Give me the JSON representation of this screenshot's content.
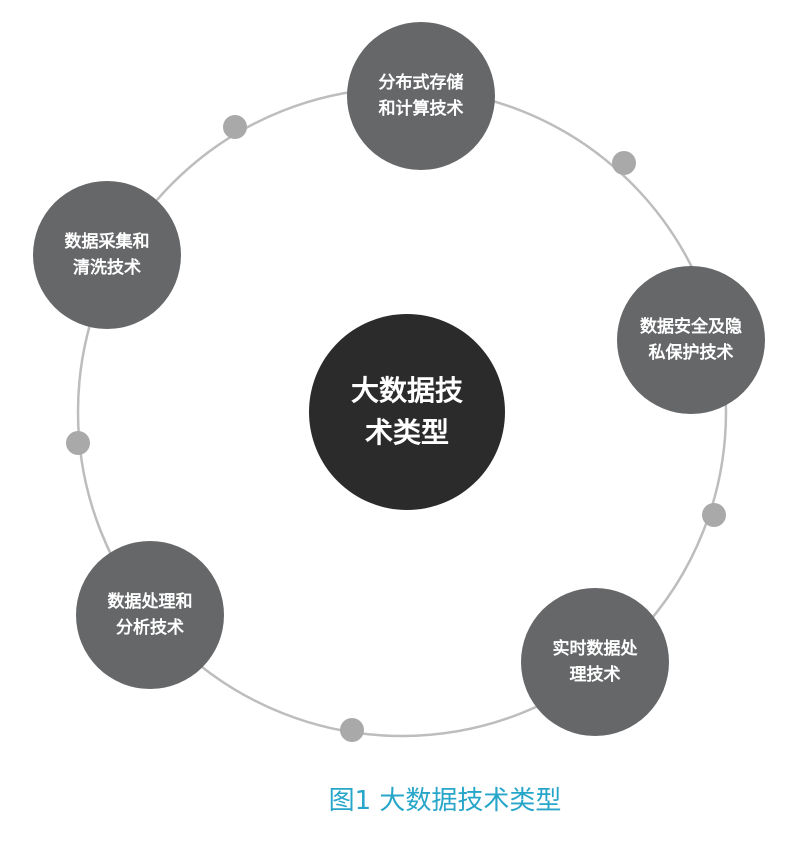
{
  "center": {
    "line1": "大数据技",
    "line2": "术类型"
  },
  "nodes": [
    {
      "line1": "分布式存储",
      "line2": "和计算技术"
    },
    {
      "line1": "数据安全及隐",
      "line2": "私保护技术"
    },
    {
      "line1": "实时数据处",
      "line2": "理技术"
    },
    {
      "line1": "数据处理和",
      "line2": "分析技术"
    },
    {
      "line1": "数据采集和",
      "line2": "清洗技术"
    }
  ],
  "caption": "图1 大数据技术类型",
  "colors": {
    "node": "#666769",
    "center": "#2b2b2b",
    "dot": "#a9a9a9",
    "ring": "#bdbdbd",
    "caption": "#27a6c9"
  }
}
